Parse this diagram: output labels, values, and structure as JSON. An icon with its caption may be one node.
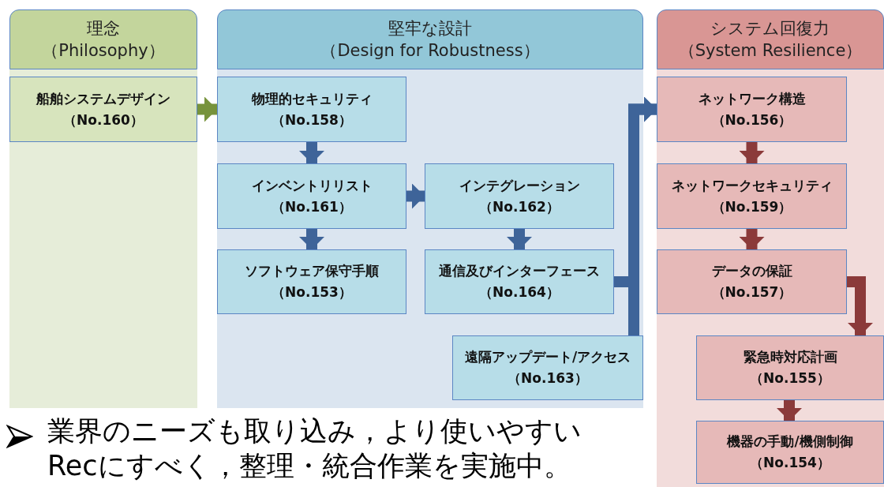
{
  "diagram": {
    "nodes": [
      {
        "text": [
          "理念（Philosophy）"
        ]
      },
      {
        "text": [
          "船舶システムデザイン（No.160）"
        ],
        "in": 0
      },
      {
        "text": [
          "堅牢な設計（Design for Robustness）"
        ]
      },
      {
        "text": [
          "物理的セキュリティ（No.158）"
        ],
        "in": 2
      },
      {
        "text": [
          "インベントリリスト（No.161）"
        ],
        "in": 2
      },
      {
        "text": [
          "ソフトウェア保守手順（No.153）"
        ],
        "in": 2
      },
      {
        "text": [
          "インテグレーション（No.162）"
        ],
        "in": 2
      },
      {
        "text": [
          "通信及びインターフェース（No.164）"
        ],
        "in": 2
      },
      {
        "text": [
          "遠隔アップデート/アクセス（No.163）"
        ],
        "in": 2
      },
      {
        "text": [
          "システム回復力（System Resilience）"
        ]
      },
      {
        "text": [
          "ネットワーク構造（No.156）"
        ],
        "in": 9
      },
      {
        "text": [
          "ネットワークセキュリティ（No.159）"
        ],
        "in": 9
      },
      {
        "text": [
          "データの保証（No.157）"
        ],
        "in": 9
      },
      {
        "text": [
          "緊急時対応計画（No.155）"
        ],
        "in": 9
      },
      {
        "text": [
          "機器の手動/機側制御（No.154）"
        ],
        "in": 9
      }
    ],
    "edges": [
      {
        "from": 1,
        "to": 3,
        "arrow": "to",
        "color": "#77933c"
      },
      {
        "from": 3,
        "to": 4,
        "arrow": "to"
      },
      {
        "from": 4,
        "to": 5,
        "arrow": "to"
      },
      {
        "from": 4,
        "to": 6,
        "arrow": "to"
      },
      {
        "from": 6,
        "to": 7,
        "arrow": "to"
      },
      {
        "from": 7,
        "to": 10,
        "arrow": "to"
      },
      {
        "from": 8,
        "to": 10,
        "arrow": "to"
      },
      {
        "from": 10,
        "to": 11,
        "arrow": "to",
        "color": "#8b3a3a"
      },
      {
        "from": 11,
        "to": 12,
        "arrow": "to",
        "color": "#8b3a3a"
      },
      {
        "from": 12,
        "to": 13,
        "arrow": "to",
        "color": "#8b3a3a"
      },
      {
        "from": 13,
        "to": 14,
        "arrow": "to",
        "color": "#8b3a3a"
      }
    ],
    "labels": [
      "業界のニーズも取り込み，より使いやすいRecにすべく，整理・統合作業を実施中。"
    ]
  }
}
